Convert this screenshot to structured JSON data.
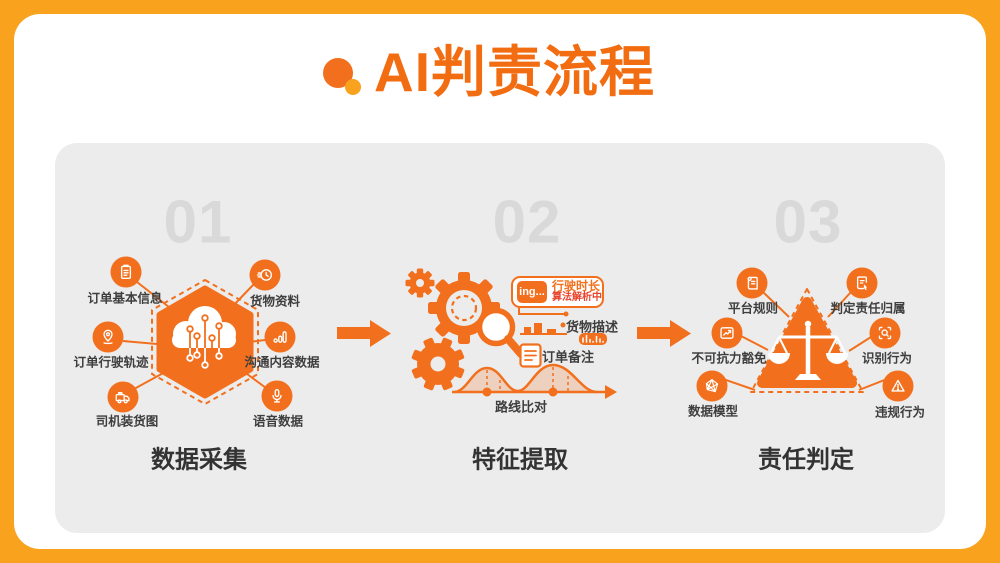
{
  "title": "AI判责流程",
  "colors": {
    "frame": "#F9A21D",
    "accent": "#F2701D",
    "panel": "#ECECEC",
    "step_number": "#D9D9D9",
    "label_text": "#3E3E3E",
    "status_red": "#E8432C"
  },
  "sections": [
    {
      "number": "01",
      "title": "数据采集",
      "center_icon": "cloud-network-hexagon",
      "items": [
        {
          "label": "订单基本信息",
          "icon": "clipboard-icon"
        },
        {
          "label": "货物资料",
          "icon": "clock-icon"
        },
        {
          "label": "订单行驶轨迹",
          "icon": "location-pin-icon"
        },
        {
          "label": "沟通内容数据",
          "icon": "bar-chart-icon"
        },
        {
          "label": "司机装货图",
          "icon": "truck-icon"
        },
        {
          "label": "语音数据",
          "icon": "microphone-icon"
        }
      ]
    },
    {
      "number": "02",
      "title": "特征提取",
      "center_icon": "gears-magnifier",
      "features": {
        "processing_tag": "ing...",
        "driving_time": "行驶时长",
        "parsing_status": "算法解析中",
        "cargo_description": "货物描述",
        "order_note": "订单备注",
        "route_compare": "路线比对"
      }
    },
    {
      "number": "03",
      "title": "责任判定",
      "center_icon": "scales-triangle",
      "items": [
        {
          "label": "平台规则",
          "icon": "scroll-icon"
        },
        {
          "label": "判定责任归属",
          "icon": "verdict-doc-icon"
        },
        {
          "label": "不可抗力豁免",
          "icon": "line-chart-icon"
        },
        {
          "label": "识别行为",
          "icon": "scan-icon"
        },
        {
          "label": "数据模型",
          "icon": "data-model-icon"
        },
        {
          "label": "违规行为",
          "icon": "warning-icon"
        }
      ]
    }
  ]
}
